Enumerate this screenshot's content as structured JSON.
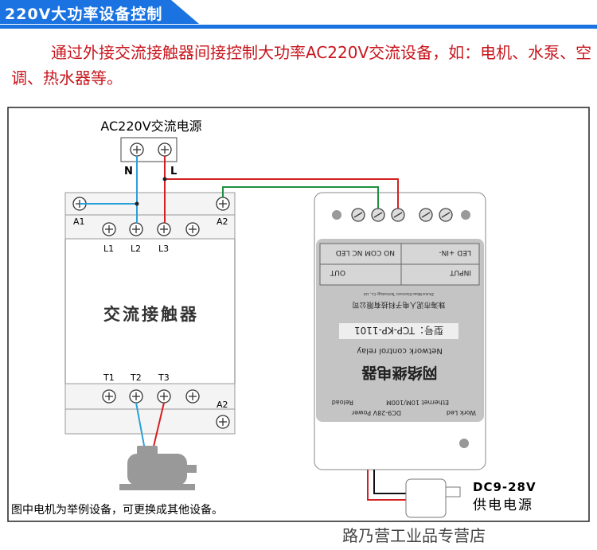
{
  "header": {
    "title": "220V大功率设备控制"
  },
  "intro": "通过外接交流接触器间接控制大功率AC220V交流设备，如：电机、水泵、空调、热水器等。",
  "power_source": {
    "label": "AC220V交流电源",
    "n": "N",
    "l": "L"
  },
  "contactor": {
    "name": "交流接触器",
    "a1": "A1",
    "a2": "A2",
    "a2_bottom": "A2",
    "l1": "L1",
    "l2": "L2",
    "l3": "L3",
    "t1": "T1",
    "t2": "T2",
    "t3": "T3"
  },
  "relay": {
    "output_labels": "NO COM NC LED",
    "input_labels": "LED +IN-",
    "out": "OUT",
    "input": "INPUT",
    "company": "珠海市泥人电子科技有限公司",
    "company_en": "Zhuhai Nibao Electronic Technology Co., Ltd",
    "model": "型号：TCP-KP-1101",
    "name_en": "Network control relay",
    "name": "网络继电器",
    "work_led": "Work Led",
    "ethernet": "Ethernet 10M/100M",
    "power": "DC9-28V Power",
    "reload": "Reload"
  },
  "supply": {
    "voltage": "DC9-28V",
    "label": "供电电源"
  },
  "caption": "图中电机为举例设备，可更换成其他设备。",
  "watermark": "路乃营工业品专营店",
  "colors": {
    "blue": "#1a73e0",
    "red": "#c8161d",
    "wire_blue": "#2aa0d8",
    "wire_red": "#d42020",
    "wire_green": "#1e9040"
  }
}
